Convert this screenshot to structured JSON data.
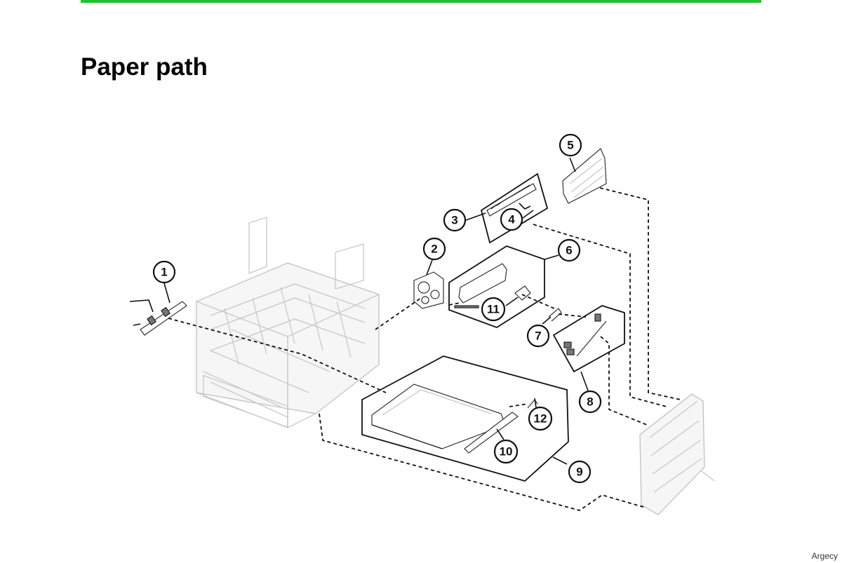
{
  "page": {
    "title": "Paper path",
    "watermark": "Argecy",
    "accent_color": "#22c030"
  },
  "diagram": {
    "callouts": [
      "1",
      "2",
      "3",
      "4",
      "5",
      "6",
      "7",
      "8",
      "9",
      "10",
      "11",
      "12"
    ]
  }
}
